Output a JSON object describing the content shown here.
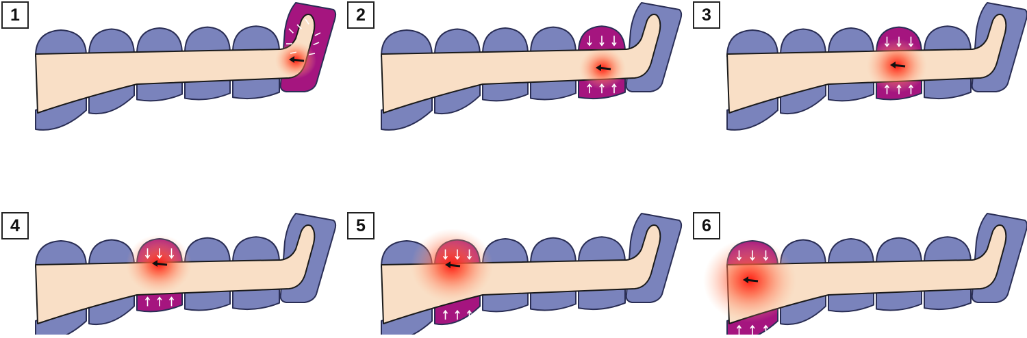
{
  "colors": {
    "background": "#ffffff",
    "cuff_fill": "#7a83bc",
    "cuff_outline": "#2a2e55",
    "active_cuff": "#a5157f",
    "skin": "#f9dfc6",
    "glow_center": "#ff2a1a",
    "arrow_white": "#ffffff",
    "arrow_black": "#111111"
  },
  "panels": [
    {
      "step": "1",
      "active_chamber": "foot"
    },
    {
      "step": "2",
      "active_chamber": "ankle"
    },
    {
      "step": "3",
      "active_chamber": "calf"
    },
    {
      "step": "4",
      "active_chamber": "knee"
    },
    {
      "step": "5",
      "active_chamber": "lower-thigh"
    },
    {
      "step": "6",
      "active_chamber": "upper-thigh"
    }
  ]
}
